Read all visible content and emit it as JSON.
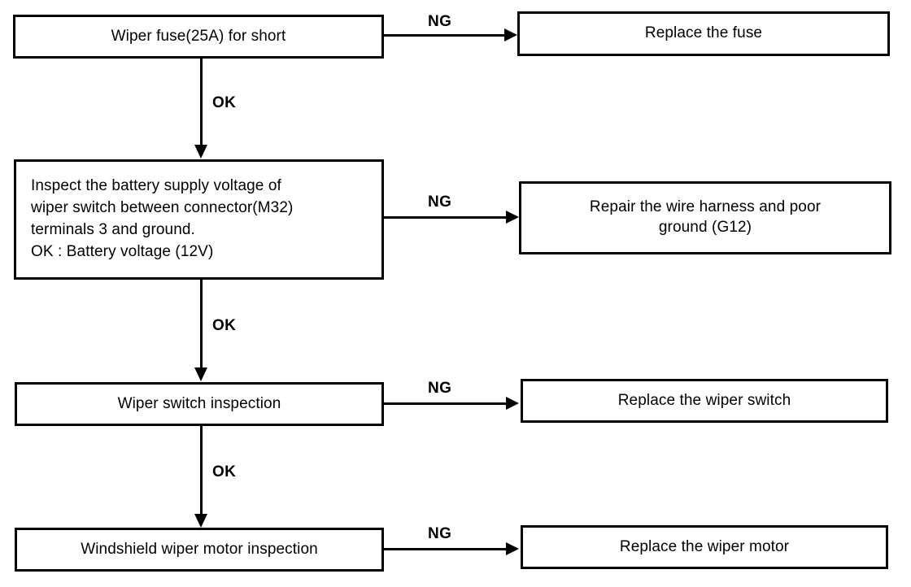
{
  "diagram": {
    "title": "Windshield wiper diagnostic flowchart",
    "type": "flowchart",
    "colors": {
      "background": "#ffffff",
      "stroke": "#000000",
      "text": "#000000"
    },
    "nodes": [
      {
        "id": "check-fuse",
        "text": "Wiper fuse(25A) for short",
        "column": "left",
        "row": 1
      },
      {
        "id": "replace-fuse",
        "text": "Replace the fuse",
        "column": "right",
        "row": 1
      },
      {
        "id": "inspect-battery-supply",
        "text": "Inspect the battery supply voltage of\nwiper switch between connector(M32)\nterminals 3 and ground.\nOK : Battery voltage (12V)",
        "column": "left",
        "row": 2
      },
      {
        "id": "repair-harness",
        "text": "Repair the wire harness and poor\nground (G12)",
        "column": "right",
        "row": 2
      },
      {
        "id": "wiper-switch-inspection",
        "text": "Wiper switch inspection",
        "column": "left",
        "row": 3
      },
      {
        "id": "replace-wiper-switch",
        "text": "Replace the wiper switch",
        "column": "right",
        "row": 3
      },
      {
        "id": "wiper-motor-inspection",
        "text": "Windshield wiper motor inspection",
        "column": "left",
        "row": 4
      },
      {
        "id": "replace-wiper-motor",
        "text": "Replace the wiper motor",
        "column": "right",
        "row": 4
      }
    ],
    "edges": [
      {
        "id": "ng-1",
        "label": "NG",
        "from": "check-fuse",
        "to": "replace-fuse",
        "direction": "right"
      },
      {
        "id": "ok-1",
        "label": "OK",
        "from": "check-fuse",
        "to": "inspect-battery-supply",
        "direction": "down"
      },
      {
        "id": "ng-2",
        "label": "NG",
        "from": "inspect-battery-supply",
        "to": "repair-harness",
        "direction": "right"
      },
      {
        "id": "ok-2",
        "label": "OK",
        "from": "inspect-battery-supply",
        "to": "wiper-switch-inspection",
        "direction": "down"
      },
      {
        "id": "ng-3",
        "label": "NG",
        "from": "wiper-switch-inspection",
        "to": "replace-wiper-switch",
        "direction": "right"
      },
      {
        "id": "ok-3",
        "label": "OK",
        "from": "wiper-switch-inspection",
        "to": "wiper-motor-inspection",
        "direction": "down"
      },
      {
        "id": "ng-4",
        "label": "NG",
        "from": "wiper-motor-inspection",
        "to": "replace-wiper-motor",
        "direction": "right"
      }
    ]
  }
}
